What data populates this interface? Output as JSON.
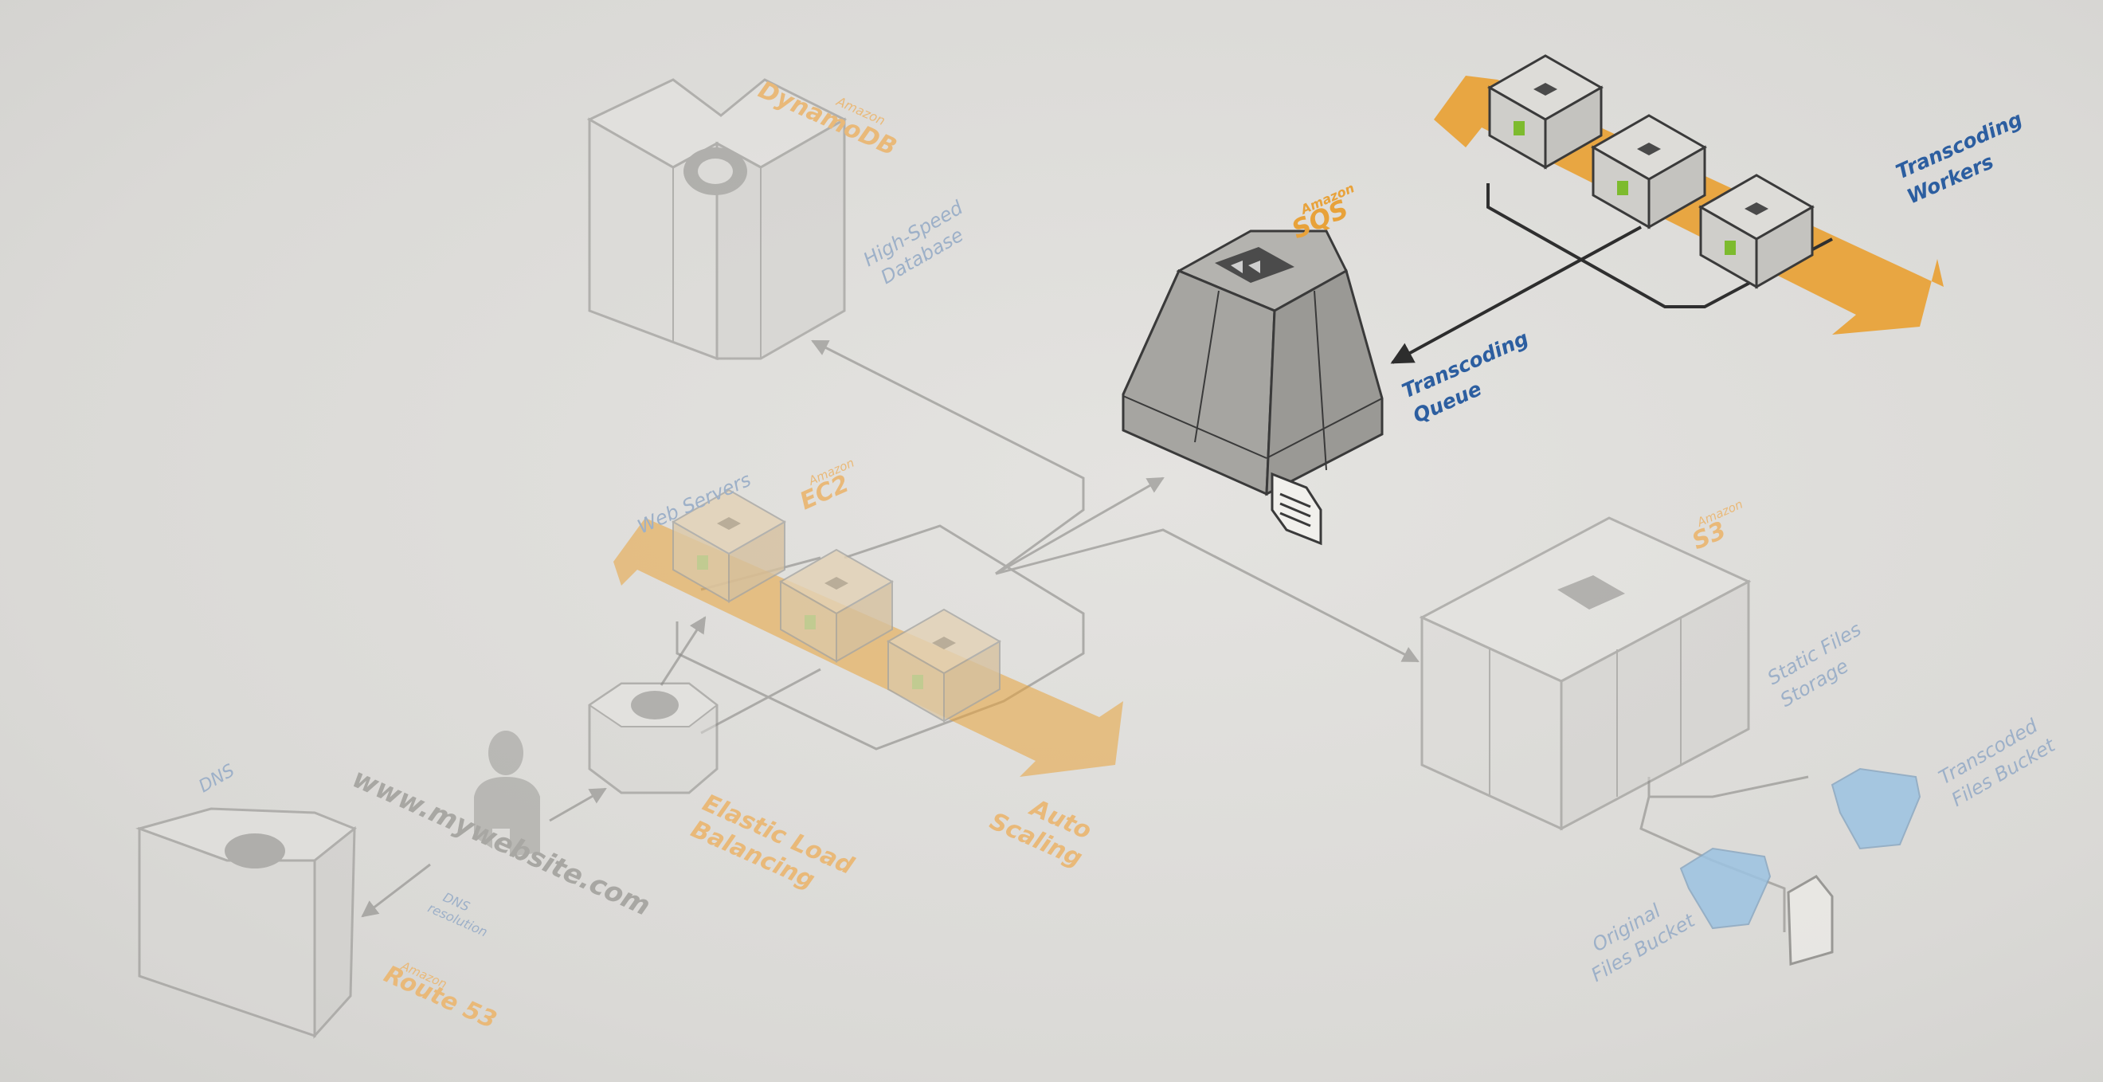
{
  "colors": {
    "orange": "#e8a23a",
    "blue_label": "#2c5ea0",
    "node_green": "#7dbb2e",
    "bucket_blue": "#9cc3e2"
  },
  "labels": {
    "dynamodb_tag": "Amazon",
    "dynamodb": "DynamoDB",
    "high_speed_db_1": "High-Speed",
    "high_speed_db_2": "Database",
    "sqs_tag": "Amazon",
    "sqs": "SQS",
    "transcoding_queue_1": "Transcoding",
    "transcoding_queue_2": "Queue",
    "transcoding_workers_1": "Transcoding",
    "transcoding_workers_2": "Workers",
    "web_servers": "Web Servers",
    "ec2_tag": "Amazon",
    "ec2": "EC2",
    "s3_tag": "Amazon",
    "s3": "S3",
    "static_files_1": "Static Files",
    "static_files_2": "Storage",
    "transcoded_bucket_1": "Transcoded",
    "transcoded_bucket_2": "Files Bucket",
    "original_bucket_1": "Original",
    "original_bucket_2": "Files Bucket",
    "elb_1": "Elastic Load",
    "elb_2": "Balancing",
    "auto_scaling_1": "Auto",
    "auto_scaling_2": "Scaling",
    "website": "www.mywebsite.com",
    "dns": "DNS",
    "dns_resolution_1": "DNS",
    "dns_resolution_2": "resolution",
    "route53_tag": "Amazon",
    "route53": "Route 53"
  },
  "icons": [
    "dynamodb-icon",
    "sqs-icon",
    "transcoding-worker-icon",
    "ec2-web-server-icon",
    "load-balancer-icon",
    "user-icon",
    "route53-icon",
    "s3-icon",
    "bucket-icon",
    "document-icon"
  ]
}
